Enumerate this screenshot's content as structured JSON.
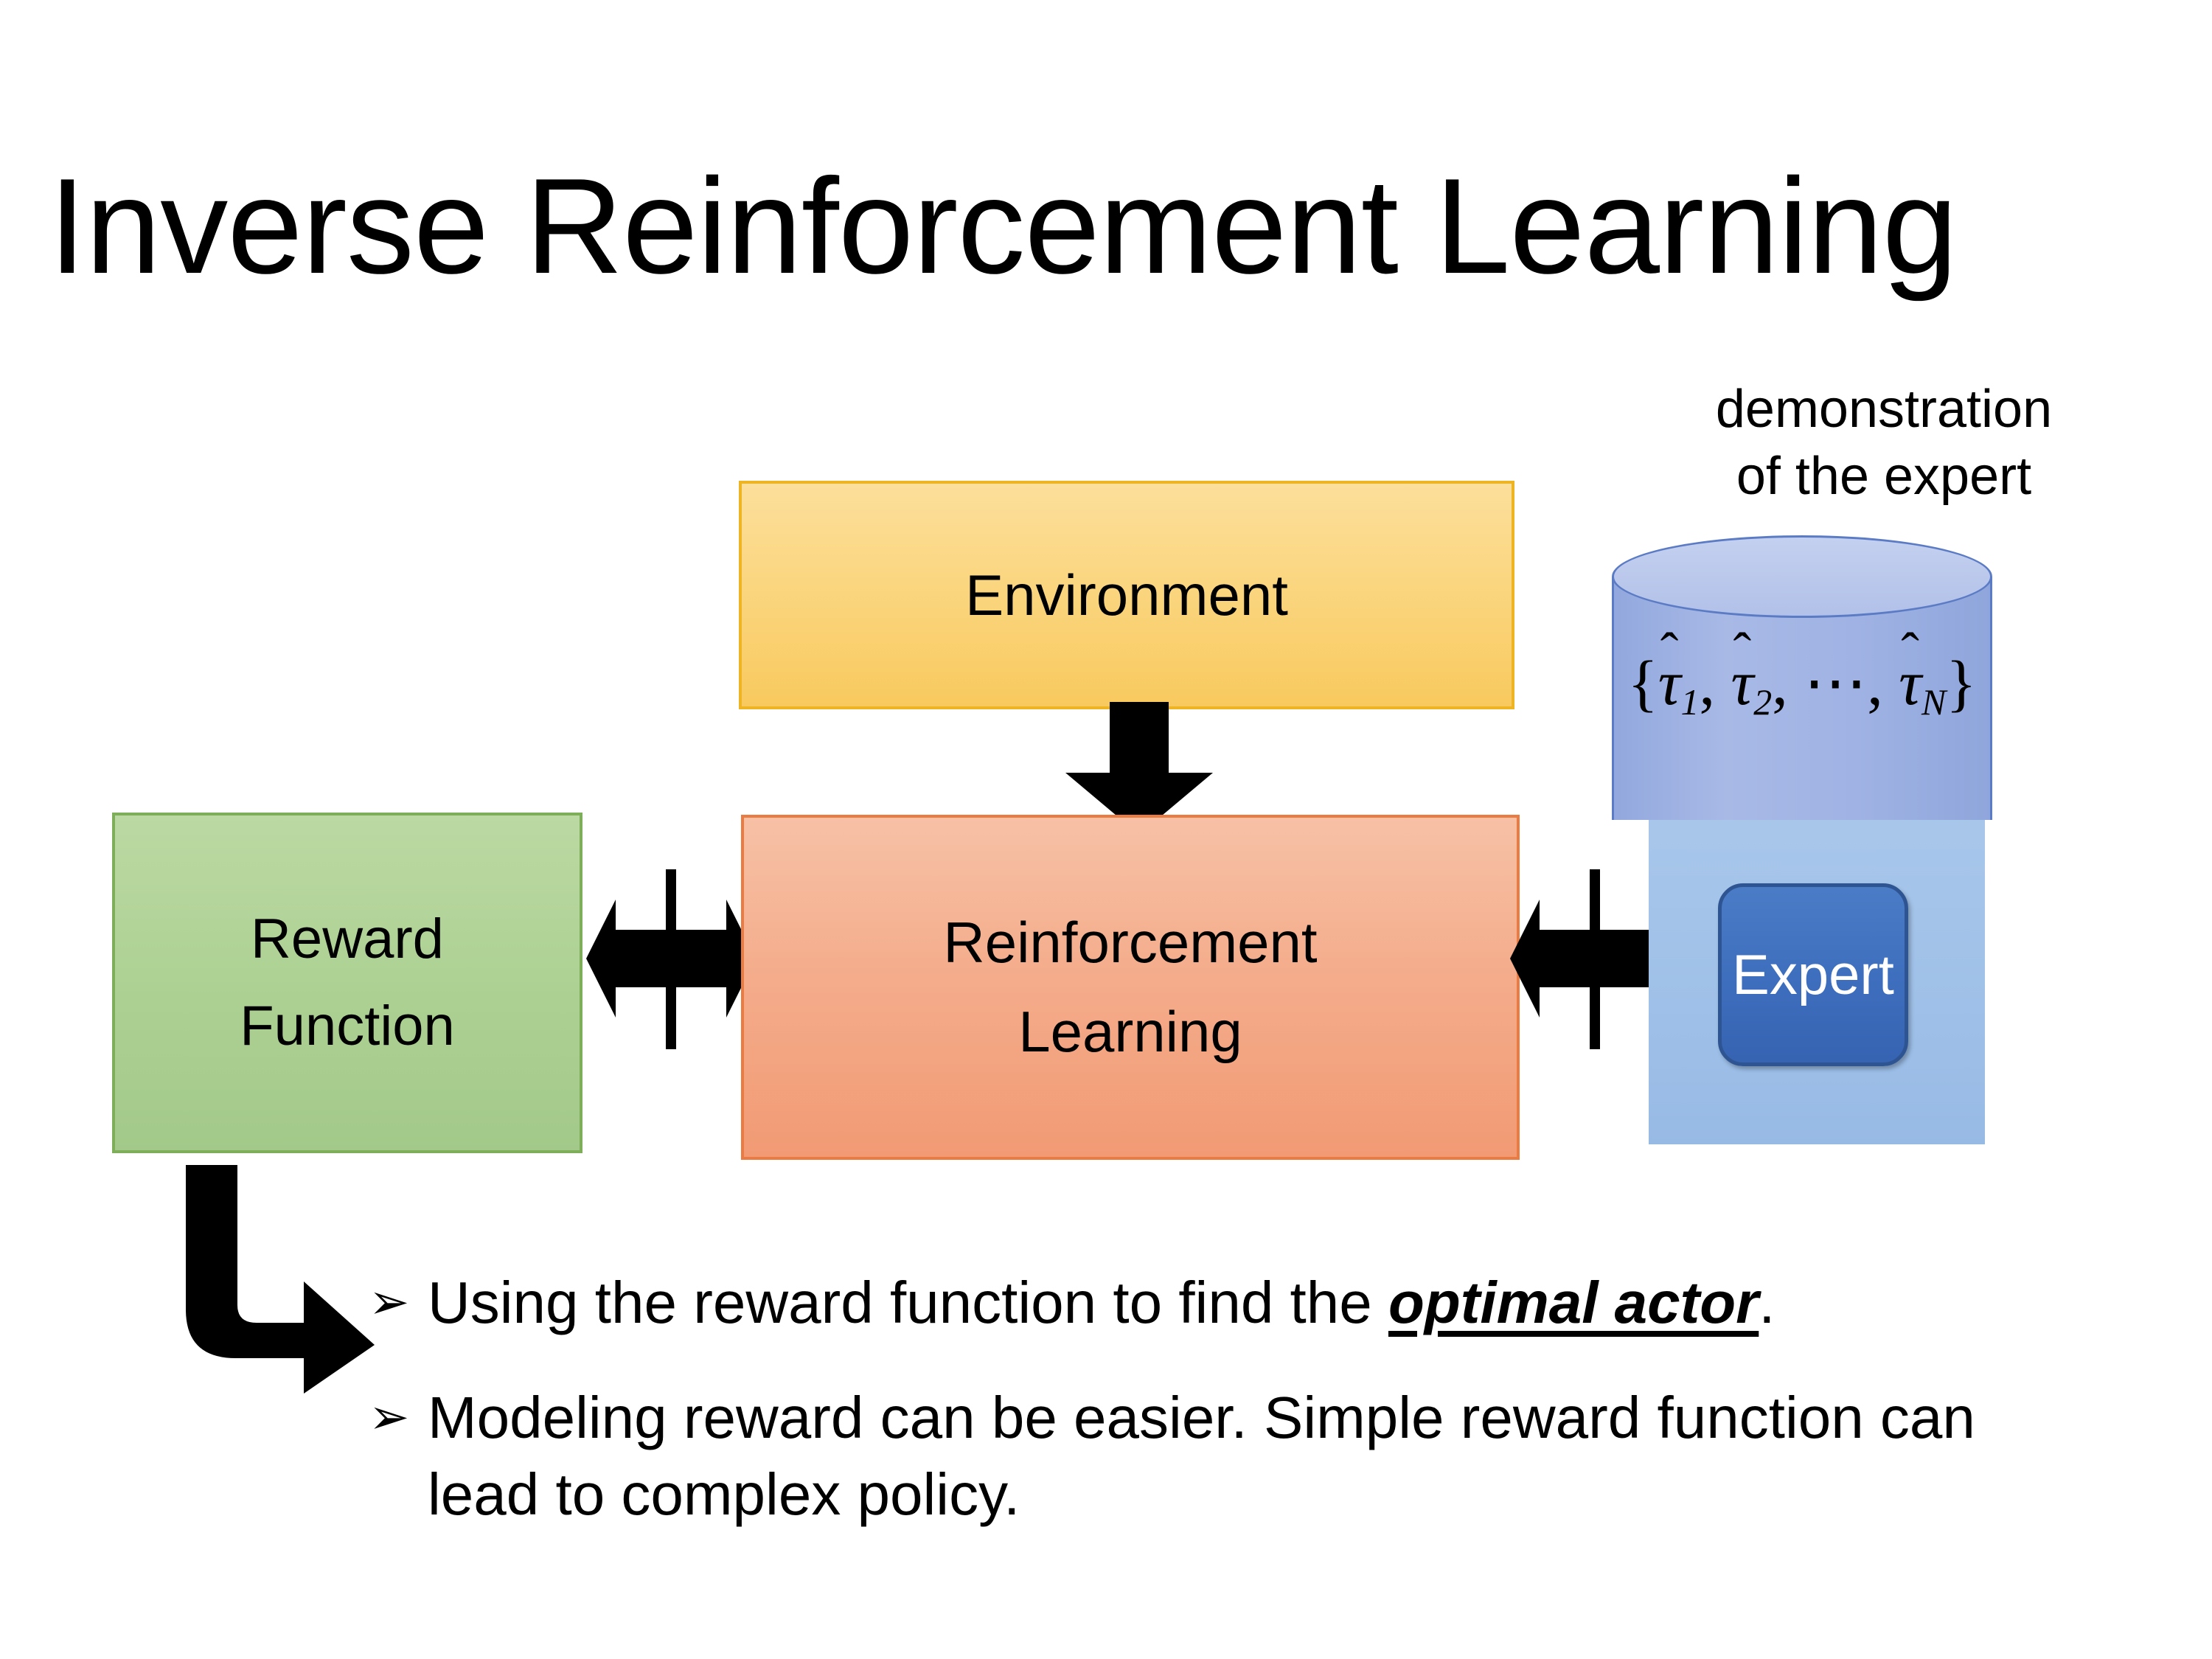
{
  "slide": {
    "title": "Inverse Reinforcement Learning",
    "background": "#FFFFFF"
  },
  "diagram": {
    "environment_box": {
      "label": "Environment",
      "fill": "#FBD680",
      "border": "#EFB424"
    },
    "rl_box": {
      "line1": "Reinforcement",
      "line2": "Learning",
      "fill": "#F4AD8C",
      "border": "#E97B43"
    },
    "reward_box": {
      "line1": "Reward",
      "line2": "Function",
      "fill": "#ACD092",
      "border": "#7FAE5B"
    },
    "expert_area": {
      "caption_line1": "demonstration",
      "caption_line2": "of the expert",
      "panel_fill": "#9FC0E8",
      "cylinder_fill": "#9FB2E3",
      "cylinder_top_fill": "#B2C1E9",
      "cylinder_stroke": "#5B7BC4",
      "chip_label": "Expert",
      "chip_fill": "#3E6FBE",
      "chip_border": "#2E5592",
      "chip_text_color": "#FFFFFF",
      "dataset_formula": {
        "open_brace": "{",
        "tau_symbol": "τ",
        "hat": "̂",
        "subscript_1": "1",
        "subscript_2": "2",
        "ellipsis": "⋯",
        "subscript_n": "N",
        "close_brace": "}",
        "comma": ","
      }
    },
    "arrows": [
      {
        "name": "environment-to-rl",
        "kind": "down-arrow",
        "color": "#000000"
      },
      {
        "name": "reward-rl-exchange",
        "kind": "quad-arrow",
        "color": "#000000"
      },
      {
        "name": "rl-expert-exchange",
        "kind": "quad-arrow",
        "color": "#000000"
      },
      {
        "name": "reward-to-bullets",
        "kind": "elbow-arrow",
        "color": "#000000"
      }
    ]
  },
  "bullets": [
    {
      "marker": "➢",
      "lead": "Using the reward function to find the ",
      "emphasis": "optimal actor",
      "tail": "."
    },
    {
      "marker": "➢",
      "lead": "Modeling reward can be easier. Simple reward function can lead to complex policy.",
      "emphasis": "",
      "tail": ""
    }
  ]
}
